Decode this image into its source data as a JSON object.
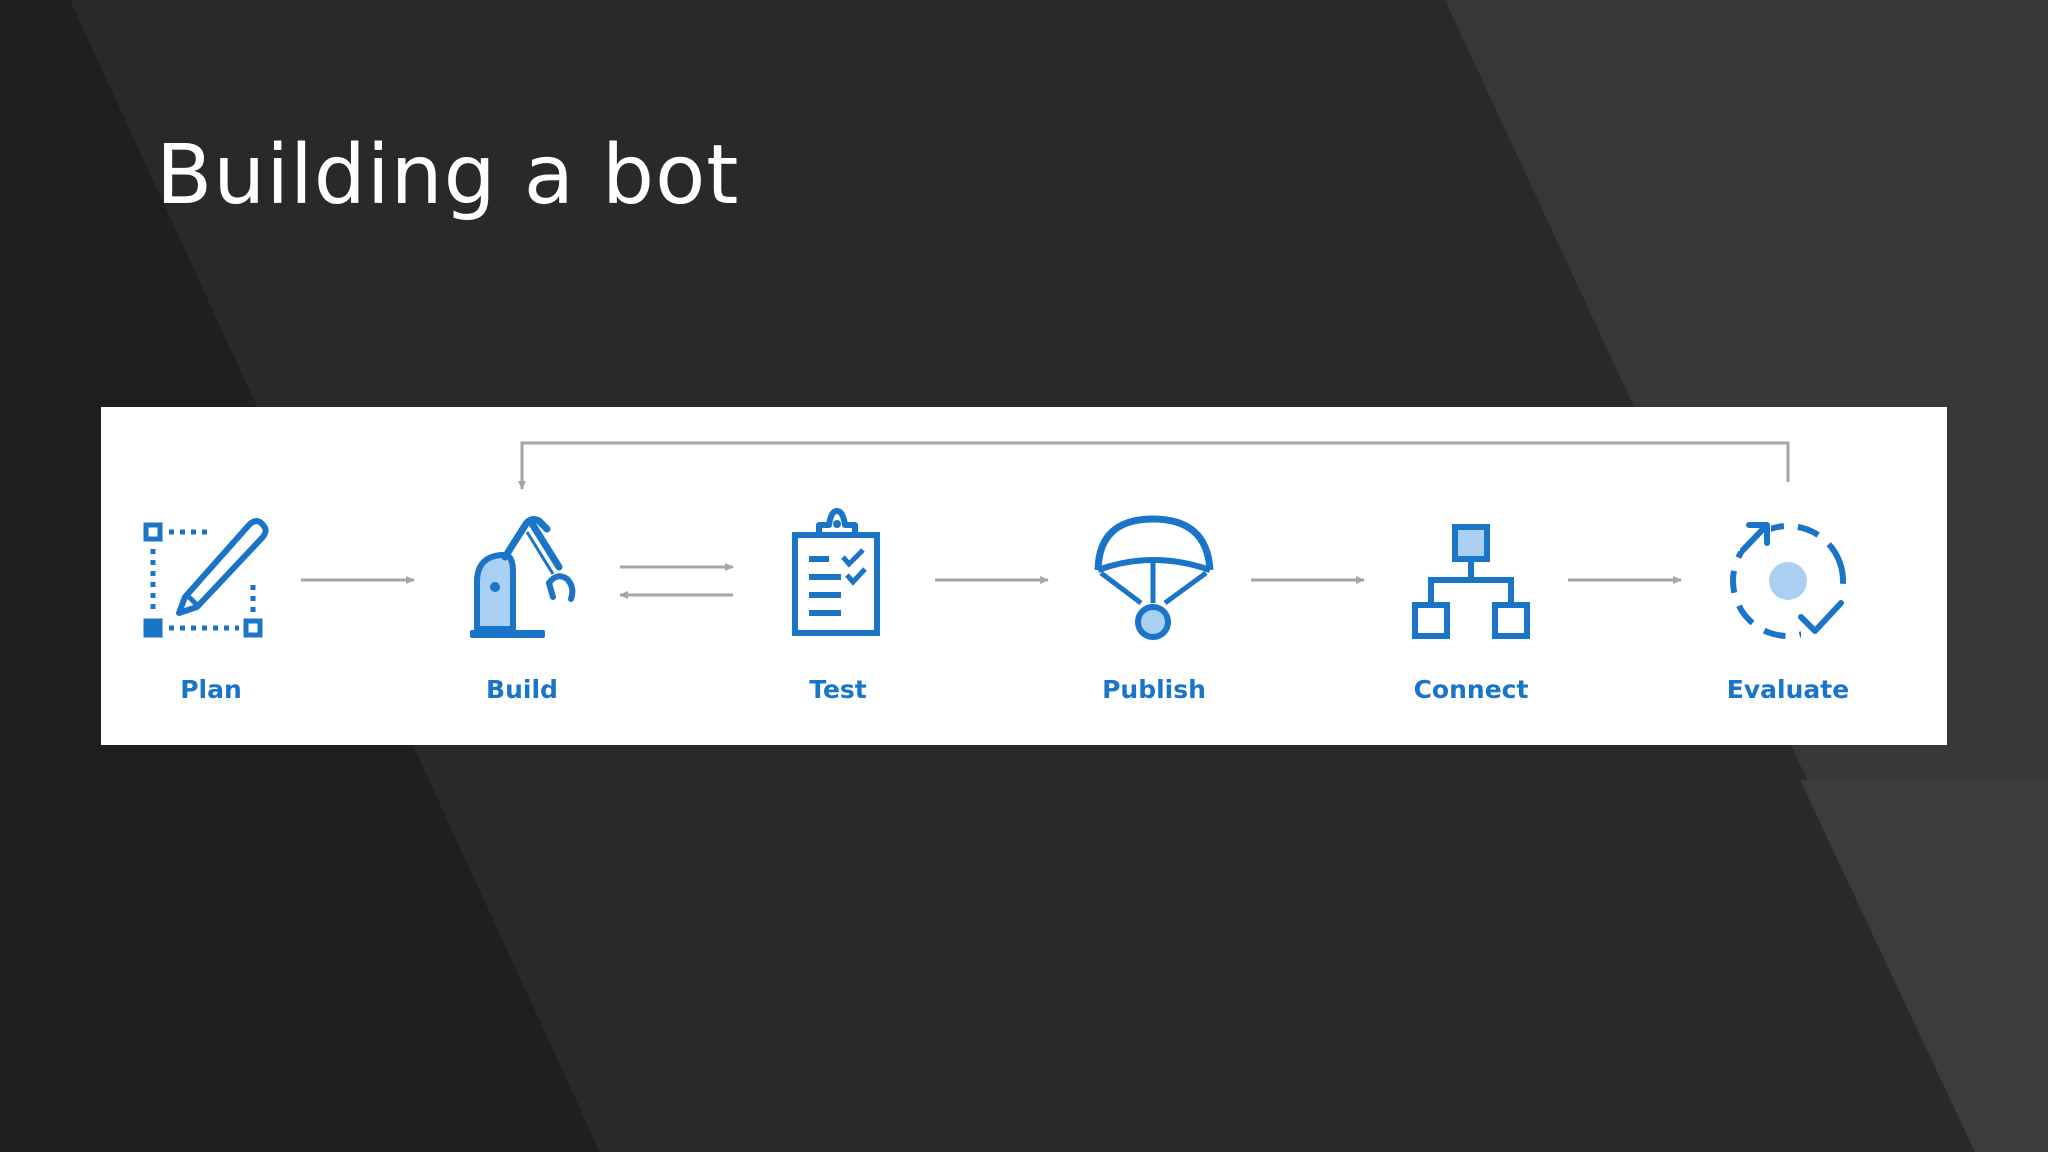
{
  "slide": {
    "title": "Building a bot"
  },
  "diagram": {
    "steps": [
      {
        "id": "plan",
        "label": "Plan",
        "icon": "pencil-selection-icon"
      },
      {
        "id": "build",
        "label": "Build",
        "icon": "robotic-arm-icon"
      },
      {
        "id": "test",
        "label": "Test",
        "icon": "clipboard-checklist-icon"
      },
      {
        "id": "publish",
        "label": "Publish",
        "icon": "parachute-icon"
      },
      {
        "id": "connect",
        "label": "Connect",
        "icon": "hierarchy-icon"
      },
      {
        "id": "evaluate",
        "label": "Evaluate",
        "icon": "cycle-check-icon"
      }
    ],
    "connectors": [
      {
        "from": "plan",
        "to": "build",
        "style": "forward-arrow"
      },
      {
        "from": "build",
        "to": "test",
        "style": "bidirectional-arrows"
      },
      {
        "from": "test",
        "to": "publish",
        "style": "forward-arrow"
      },
      {
        "from": "publish",
        "to": "connect",
        "style": "forward-arrow"
      },
      {
        "from": "connect",
        "to": "evaluate",
        "style": "forward-arrow"
      },
      {
        "from": "evaluate",
        "to": "build",
        "style": "feedback-loop-arrow"
      }
    ],
    "colors": {
      "icon": "#1a74c8",
      "icon_fill_light": "#a9d0f2",
      "arrow": "#a6a6a6",
      "panel_background": "#ffffff"
    }
  },
  "theme": {
    "background": "#282829",
    "title_color": "#ffffff"
  }
}
